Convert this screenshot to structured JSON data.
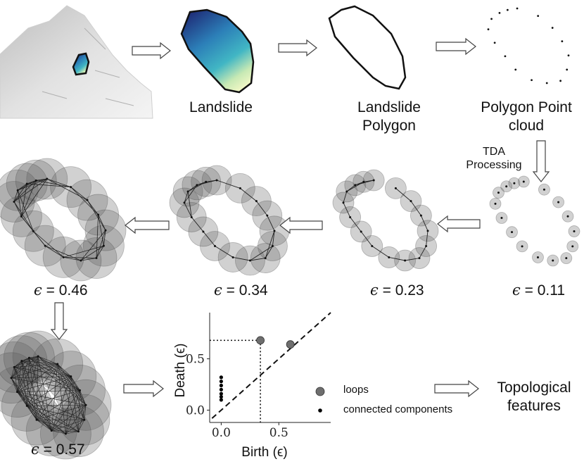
{
  "pipeline": {
    "landslide_label": "Landslide",
    "polygon_label": "Landslide Polygon",
    "pointcloud_label": "Polygon Point cloud",
    "tda_label": "TDA Processing",
    "features_label": "Topological features"
  },
  "filtration": {
    "symbol": "ϵ",
    "steps": [
      {
        "value": "0.11"
      },
      {
        "value": "0.23"
      },
      {
        "value": "0.34"
      },
      {
        "value": "0.46"
      },
      {
        "value": "0.57"
      }
    ]
  },
  "chart_data": {
    "type": "scatter",
    "title": "",
    "xlabel": "Birth (ϵ)",
    "ylabel": "Death (ϵ)",
    "x_ticks": [
      "0.0",
      "0.5"
    ],
    "y_ticks": [
      "0.0",
      "0.5"
    ],
    "xlim": [
      -0.1,
      0.95
    ],
    "ylim": [
      -0.12,
      0.95
    ],
    "diagonal": true,
    "series": [
      {
        "name": "loops",
        "color": "#6e6e6e",
        "points": [
          [
            0.34,
            0.68
          ],
          [
            0.6,
            0.64
          ]
        ]
      },
      {
        "name": "connected components",
        "color": "#000000",
        "points": [
          [
            0.0,
            0.32
          ],
          [
            0.0,
            0.28
          ],
          [
            0.0,
            0.24
          ],
          [
            0.0,
            0.2
          ],
          [
            0.0,
            0.16
          ],
          [
            0.0,
            0.13
          ],
          [
            0.0,
            0.1
          ]
        ]
      }
    ],
    "highlight": {
      "x": 0.34,
      "y": 0.68
    }
  }
}
